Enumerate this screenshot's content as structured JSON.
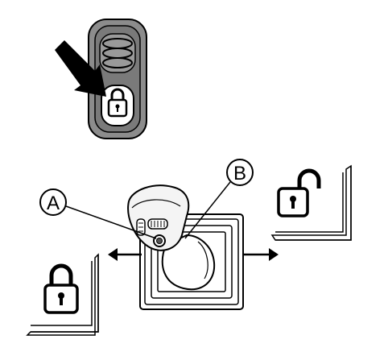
{
  "figure": {
    "callouts": [
      {
        "id": "A",
        "label": "A"
      },
      {
        "id": "B",
        "label": "B"
      }
    ],
    "icons": {
      "locked": "padlock-locked-icon",
      "unlocked": "padlock-unlocked-icon",
      "pointer": "arrow-pointer-icon",
      "direction": "double-arrow-icon"
    },
    "colors": {
      "ink": "#000000",
      "switch_panel": "#8c8c8c",
      "panel_shade": "#6e6e6e",
      "paper": "#ffffff",
      "knob_fill": "#f4f4f4"
    }
  }
}
